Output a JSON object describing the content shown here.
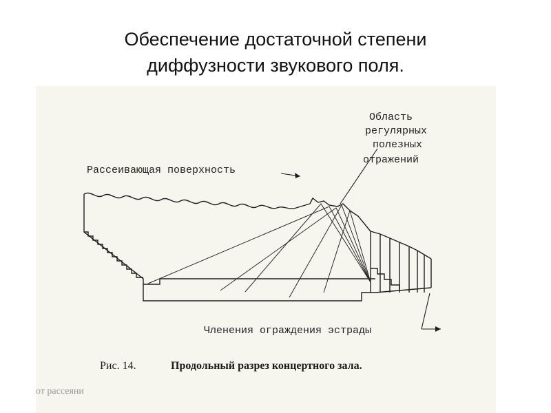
{
  "slide": {
    "title_line1": "Обеспечение достаточной степени",
    "title_line2": "диффузности звукового поля."
  },
  "diagram": {
    "labels": {
      "scattering_surface": "Рассеивающая поверхность",
      "region_line1": "Область",
      "region_line2": "регулярных",
      "region_line3": "полезных",
      "region_line4": "отражений",
      "stage_divisions": "Членения ограждения эстрады"
    },
    "caption": {
      "figure": "Рис. 14.",
      "text": "Продольный разрез концертного зала."
    },
    "bottom_fragment": "от рассеяни"
  }
}
